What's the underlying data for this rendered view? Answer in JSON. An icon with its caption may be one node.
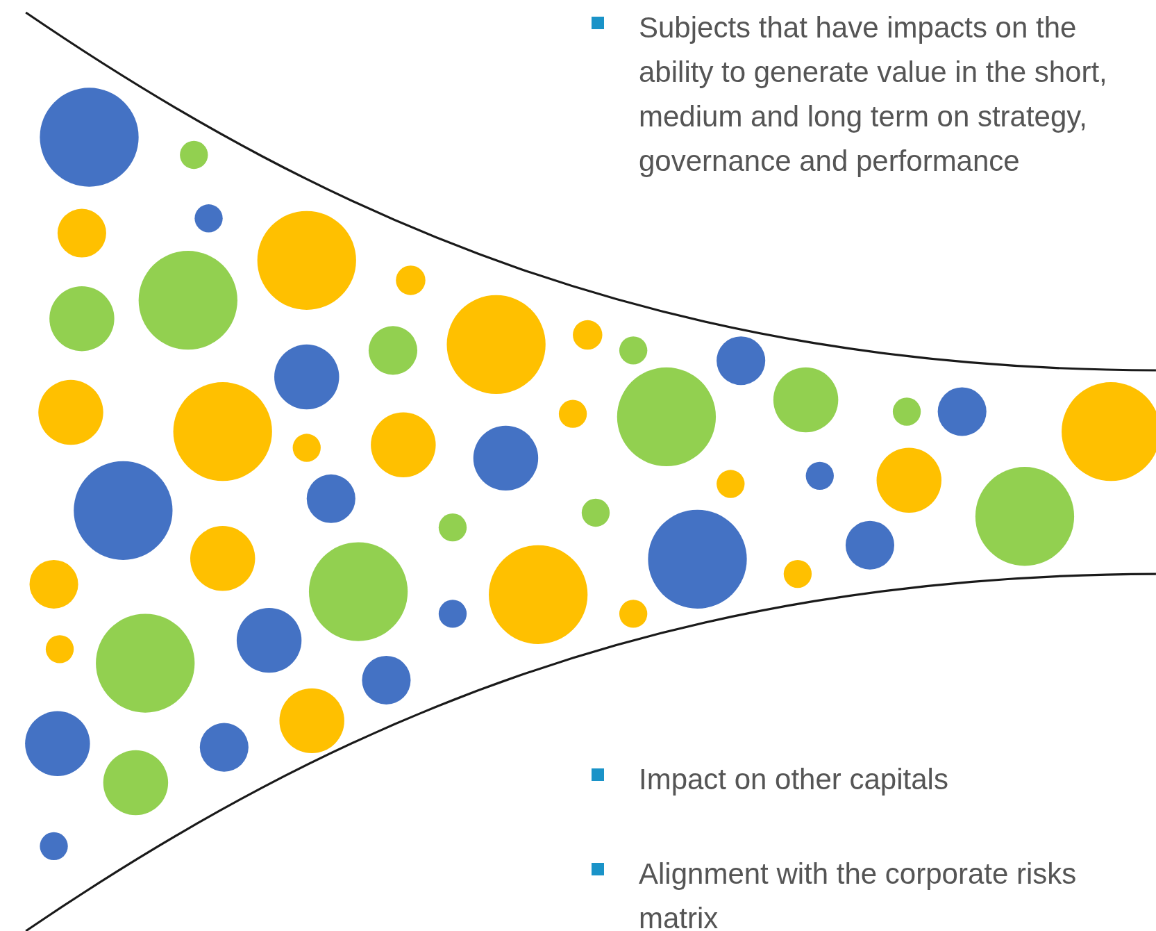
{
  "diagram": {
    "labels": [
      "Subjects that have impacts on the ability to generate value in the short, medium and long term on strategy, governance and performance",
      "Impact on other capitals",
      "Alignment with the corporate risks matrix"
    ]
  }
}
